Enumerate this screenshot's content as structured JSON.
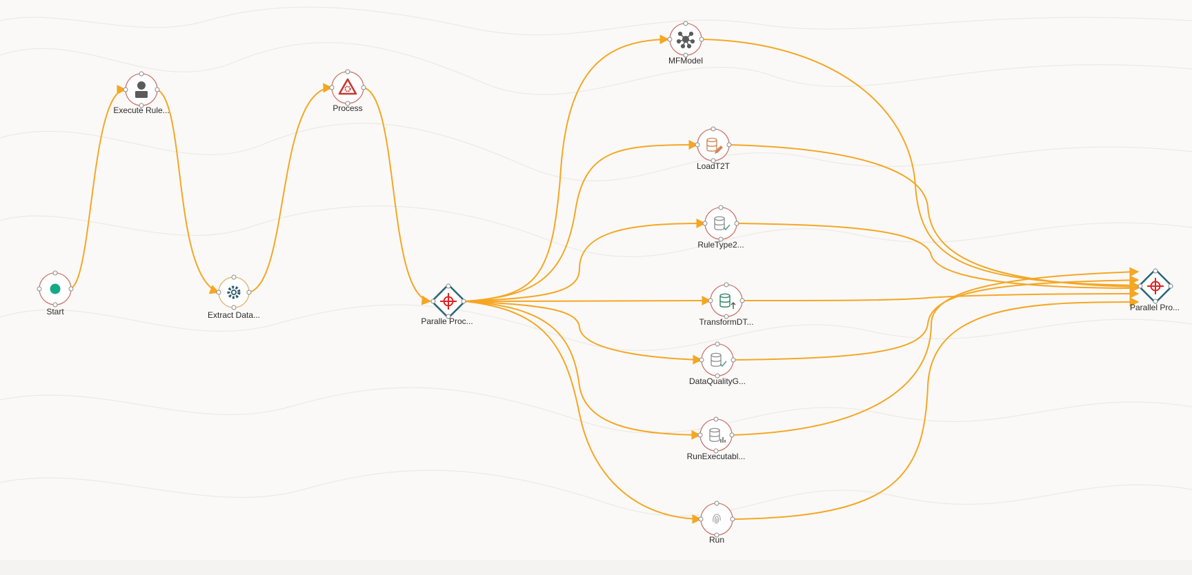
{
  "colors": {
    "edge": "#f5a623",
    "node_ring": "#c9776d",
    "node_ring_extract": "#e0b46f",
    "gateway_ring": "#2b6777",
    "gateway_cross": "#e02020",
    "start_dot": "#14a985",
    "label": "#2a2a2a"
  },
  "nodes": [
    {
      "id": "start",
      "label": "Start",
      "icon": "start-dot-icon"
    },
    {
      "id": "execute",
      "label": "Execute Rule...",
      "icon": "user-icon"
    },
    {
      "id": "extract",
      "label": "Extract Data...",
      "icon": "gear-icon"
    },
    {
      "id": "process",
      "label": "Process",
      "icon": "warning-gear-icon"
    },
    {
      "id": "split",
      "label": "Paralle Proc...",
      "icon": "parallel-gateway-icon"
    },
    {
      "id": "mfmodel",
      "label": "MFModel",
      "icon": "network-icon"
    },
    {
      "id": "loadt2t",
      "label": "LoadT2T",
      "icon": "database-edit-icon"
    },
    {
      "id": "ruletype",
      "label": "RuleType2...",
      "icon": "database-check-icon"
    },
    {
      "id": "transform",
      "label": "TransformDT...",
      "icon": "database-upload-icon"
    },
    {
      "id": "dq",
      "label": "DataQualityG...",
      "icon": "database-check-icon"
    },
    {
      "id": "runexec",
      "label": "RunExecutabl...",
      "icon": "database-chart-icon"
    },
    {
      "id": "run",
      "label": "Run",
      "icon": "fingerprint-icon"
    },
    {
      "id": "join",
      "label": "Parallel Pro...",
      "icon": "parallel-gateway-icon"
    }
  ],
  "edges": [
    [
      "start",
      "execute"
    ],
    [
      "execute",
      "extract"
    ],
    [
      "extract",
      "process"
    ],
    [
      "process",
      "split"
    ],
    [
      "split",
      "mfmodel"
    ],
    [
      "split",
      "loadt2t"
    ],
    [
      "split",
      "ruletype"
    ],
    [
      "split",
      "transform"
    ],
    [
      "split",
      "dq"
    ],
    [
      "split",
      "runexec"
    ],
    [
      "split",
      "run"
    ],
    [
      "mfmodel",
      "join"
    ],
    [
      "loadt2t",
      "join"
    ],
    [
      "ruletype",
      "join"
    ],
    [
      "transform",
      "join"
    ],
    [
      "dq",
      "join"
    ],
    [
      "runexec",
      "join"
    ],
    [
      "run",
      "join"
    ]
  ]
}
